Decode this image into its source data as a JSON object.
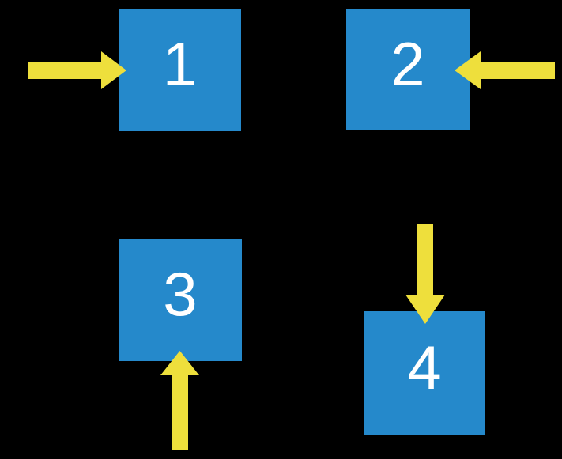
{
  "diagram": {
    "description": "Four numbered blue squares on a black background, each targeted by a yellow block arrow",
    "colors": {
      "background": "#000000",
      "square": "#2589CB",
      "arrow": "#EEDF3C",
      "number": "#FFFFFF"
    },
    "squares": [
      {
        "label": "1",
        "arrow_direction": "pointing-right-from-left"
      },
      {
        "label": "2",
        "arrow_direction": "pointing-left-from-right"
      },
      {
        "label": "3",
        "arrow_direction": "pointing-up-from-below"
      },
      {
        "label": "4",
        "arrow_direction": "pointing-down-from-above"
      }
    ]
  }
}
